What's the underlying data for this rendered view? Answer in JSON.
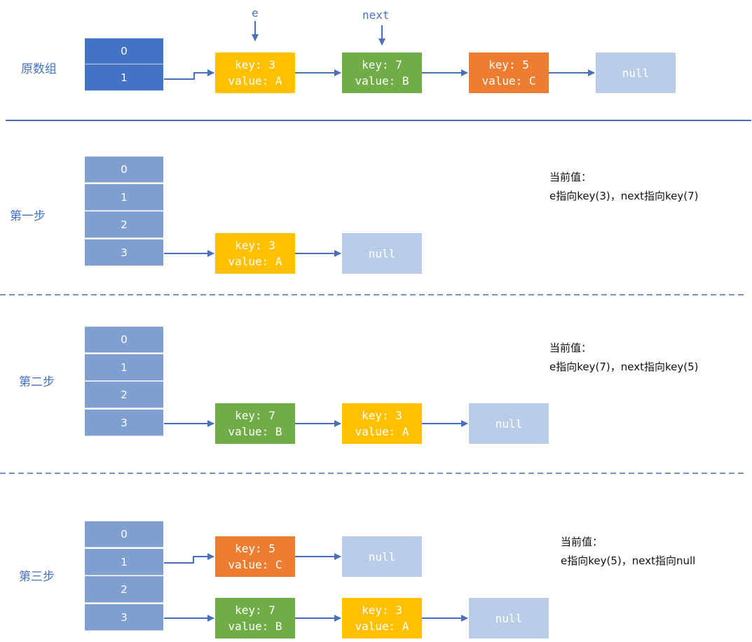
{
  "colors": {
    "array_original": "#4472c4",
    "array_step": "#7e9fd0",
    "node_key3": "#ffc000",
    "node_key7": "#70ad47",
    "node_key5": "#ed7d31",
    "node_null": "#b9cde8",
    "arrow": "#4a6fbd"
  },
  "pointers": {
    "e": "e",
    "next": "next"
  },
  "null_label": "null",
  "nodes": {
    "k3": {
      "key": "key: 3",
      "value": "value: A"
    },
    "k7": {
      "key": "key: 7",
      "value": "value: B"
    },
    "k5": {
      "key": "key: 5",
      "value": "value: C"
    }
  },
  "sections": {
    "original": {
      "label": "原数组",
      "indices": [
        "0",
        "1"
      ]
    },
    "step1": {
      "label": "第一步",
      "indices": [
        "0",
        "1",
        "2",
        "3"
      ],
      "note_title": "当前值：",
      "note_text": "e指向key(3)，next指向key(7)"
    },
    "step2": {
      "label": "第二步",
      "indices": [
        "0",
        "1",
        "2",
        "3"
      ],
      "note_title": "当前值：",
      "note_text": "e指向key(7)，next指向key(5)"
    },
    "step3": {
      "label": "第三步",
      "indices": [
        "0",
        "1",
        "2",
        "3"
      ],
      "note_title": "当前值：",
      "note_text": "e指向key(5)，next指向null"
    }
  }
}
